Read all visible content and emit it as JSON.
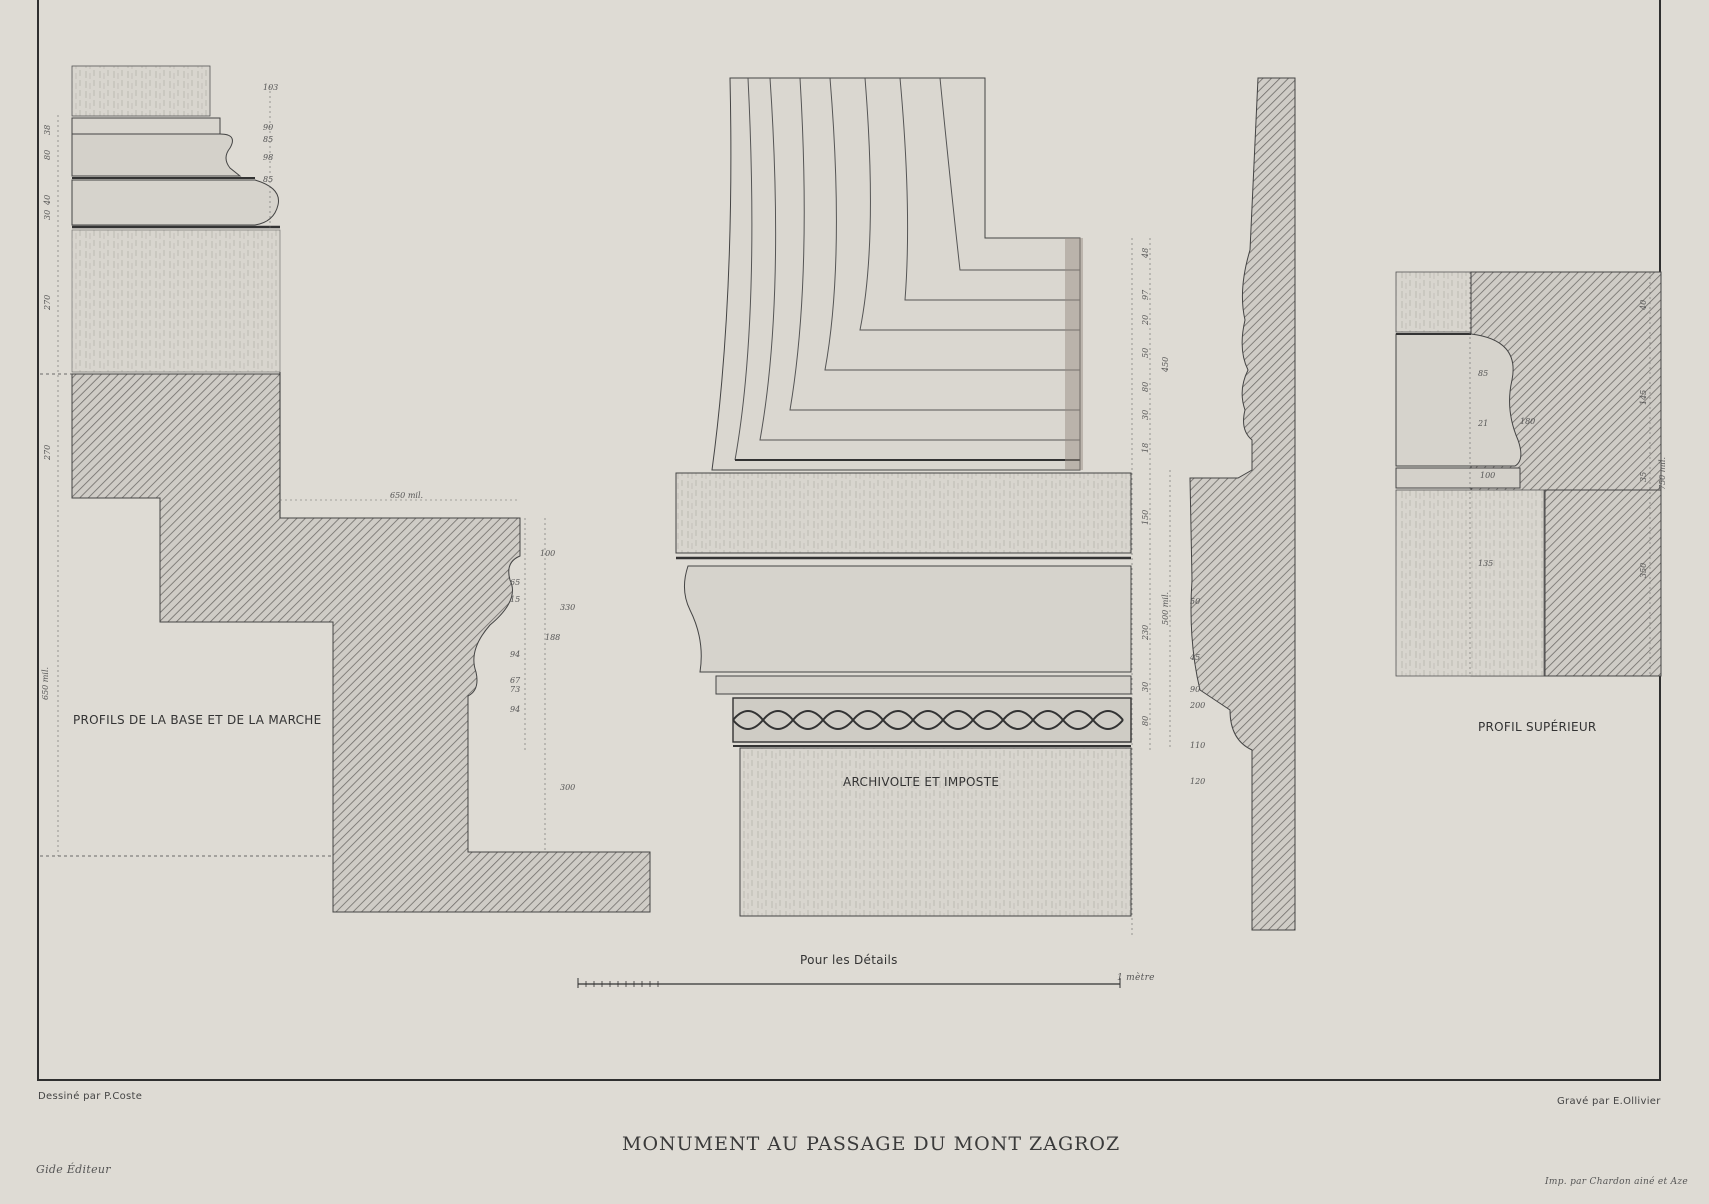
{
  "title": "MONUMENT AU PASSAGE DU MONT ZAGROZ",
  "captions": {
    "base": "PROFILS DE LA BASE ET DE LA MARCHE",
    "archivolte": "ARCHIVOLTE ET IMPOSTE",
    "superieur": "PROFIL SUPÉRIEUR"
  },
  "scale": {
    "label": "Pour les Détails",
    "end_label": "1 mètre"
  },
  "credits": {
    "drawn": "Dessiné par P.Coste",
    "engraved": "Gravé par E.Ollivier",
    "publisher": "Gide Éditeur",
    "printer": "Imp. par Chardon ainé et Aze"
  },
  "dimensions": {
    "base_top": [
      "103",
      "90",
      "85",
      "98",
      "85"
    ],
    "base_left": [
      "38",
      "80",
      "40",
      "30",
      "270",
      "270"
    ],
    "base_step_width": "650 mil.",
    "base_left_total": "650 mil.",
    "step_right": [
      "100",
      "330",
      "65",
      "15",
      "188",
      "94",
      "67",
      "73",
      "94",
      "300"
    ],
    "archi_right": [
      "48",
      "97",
      "20",
      "50",
      "80",
      "30",
      "18",
      "450",
      "150",
      "230",
      "500 mil.",
      "30",
      "80"
    ],
    "impost_right": [
      "50",
      "45",
      "90",
      "200",
      "110",
      "120"
    ],
    "sup_right": [
      "40",
      "145",
      "35",
      "350",
      "750 mil."
    ],
    "sup_inner": [
      "85",
      "21",
      "180",
      "100",
      "135"
    ]
  }
}
